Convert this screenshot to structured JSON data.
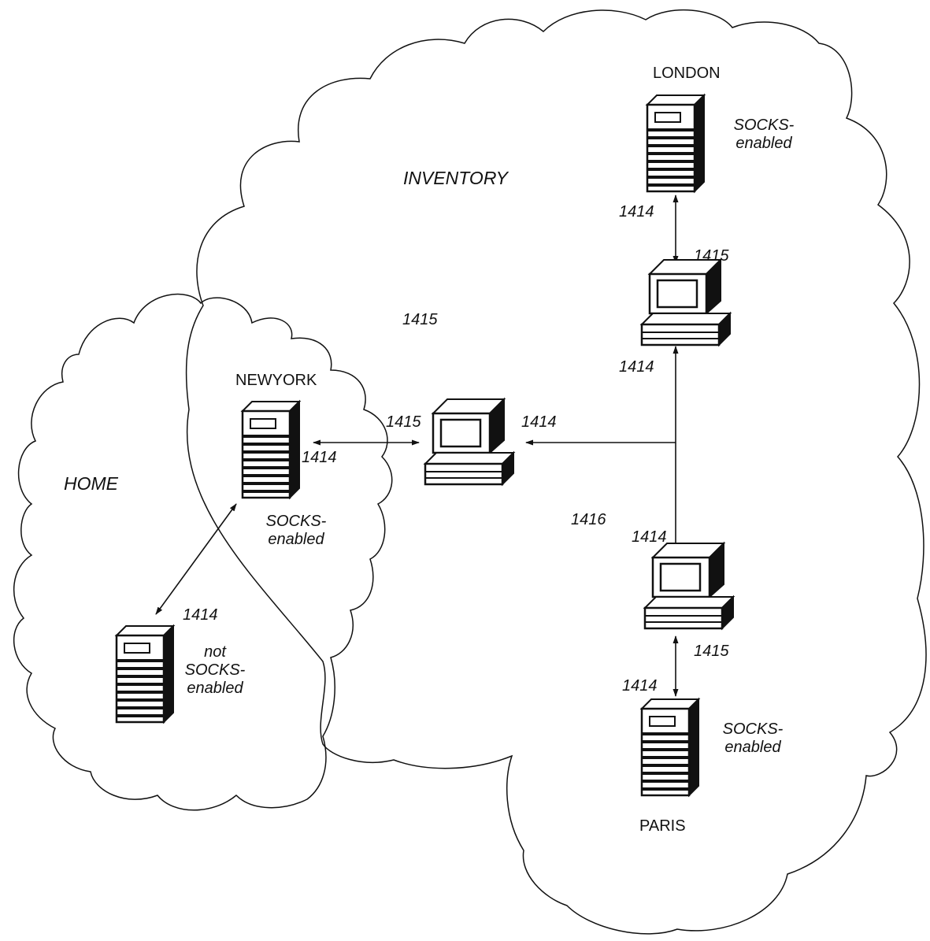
{
  "clouds": {
    "home": "HOME",
    "inventory": "INVENTORY",
    "inventory_port": "1415",
    "other_port": "1416"
  },
  "nodes": {
    "newyork": {
      "name": "NEWYORK",
      "status": "SOCKS-\nenabled",
      "port": "1414"
    },
    "london": {
      "name": "LONDON",
      "status": "SOCKS-\nenabled",
      "port": "1414"
    },
    "paris": {
      "name": "PARIS",
      "status": "SOCKS-\nenabled",
      "port": "1414"
    },
    "home_server": {
      "status": "not\nSOCKS-\nenabled",
      "port": "1414"
    },
    "center_pc": {
      "port_left": "1415",
      "port_right": "1414"
    },
    "london_pc": {
      "port_top": "1415",
      "port_bottom": "1414"
    },
    "paris_pc": {
      "port_top": "1414",
      "port_bottom": "1415"
    }
  }
}
